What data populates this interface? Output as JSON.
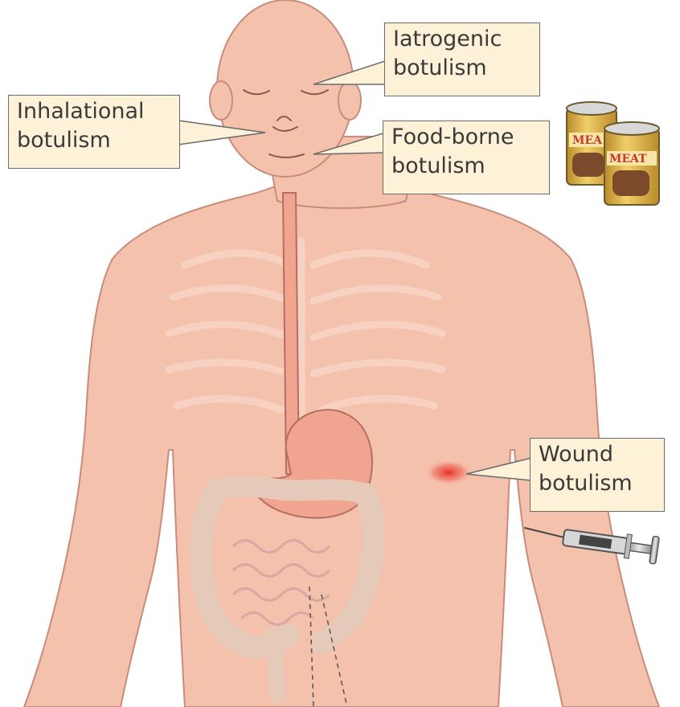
{
  "labels": {
    "iatrogenic": {
      "line1": "Iatrogenic",
      "line2": "botulism"
    },
    "inhalational": {
      "line1": "Inhalational",
      "line2": "botulism"
    },
    "foodborne": {
      "line1": "Food-borne",
      "line2": "botulism"
    },
    "wound": {
      "line1": "Wound",
      "line2": "botulism"
    }
  },
  "cans": {
    "text_front": "MEAT",
    "text_back": "MEA"
  },
  "colors": {
    "skin": "#f4c1ad",
    "skin_outline": "#c98b7b",
    "label_bg": "#fdf1d8",
    "wound": "#e8262b",
    "can_body": "#e2b64a",
    "can_text": "#c8392b"
  }
}
